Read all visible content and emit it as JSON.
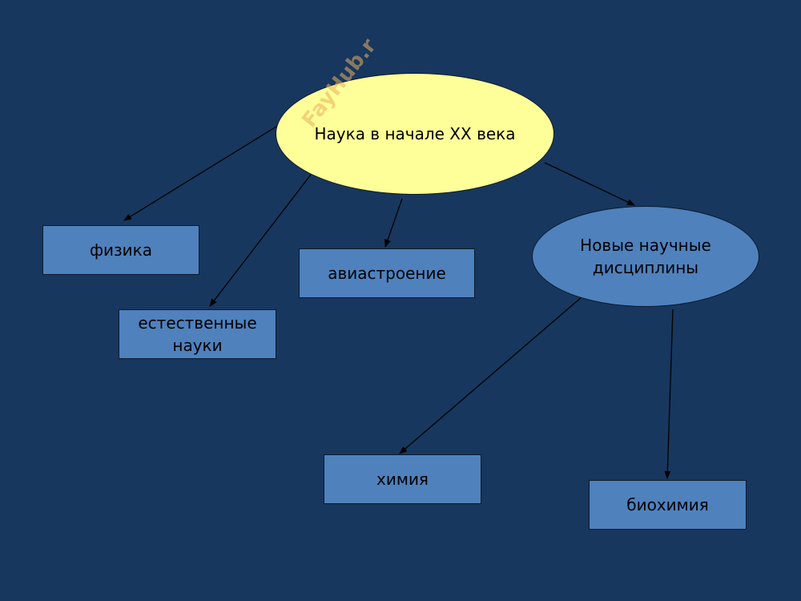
{
  "diagram": {
    "root": {
      "label": "Наука в начале XX века"
    },
    "nodes": {
      "physics": {
        "label": "физика"
      },
      "natural_sciences": {
        "label": "естественные\nнауки"
      },
      "aviation": {
        "label": "авиастроение"
      },
      "new_disciplines": {
        "label": "Новые научные\nдисциплины"
      },
      "chemistry": {
        "label": "химия"
      },
      "biochemistry": {
        "label": "биохимия"
      }
    },
    "edges": [
      {
        "from": "root",
        "to": "physics"
      },
      {
        "from": "root",
        "to": "natural_sciences"
      },
      {
        "from": "root",
        "to": "aviation"
      },
      {
        "from": "root",
        "to": "new_disciplines"
      },
      {
        "from": "new_disciplines",
        "to": "chemistry"
      },
      {
        "from": "new_disciplines",
        "to": "biochemistry"
      }
    ]
  },
  "watermark": "FayHub.r",
  "colors": {
    "background": "#17375e",
    "box_fill": "#4f81bd",
    "root_fill": "#ffff99",
    "arrow": "#000000"
  }
}
